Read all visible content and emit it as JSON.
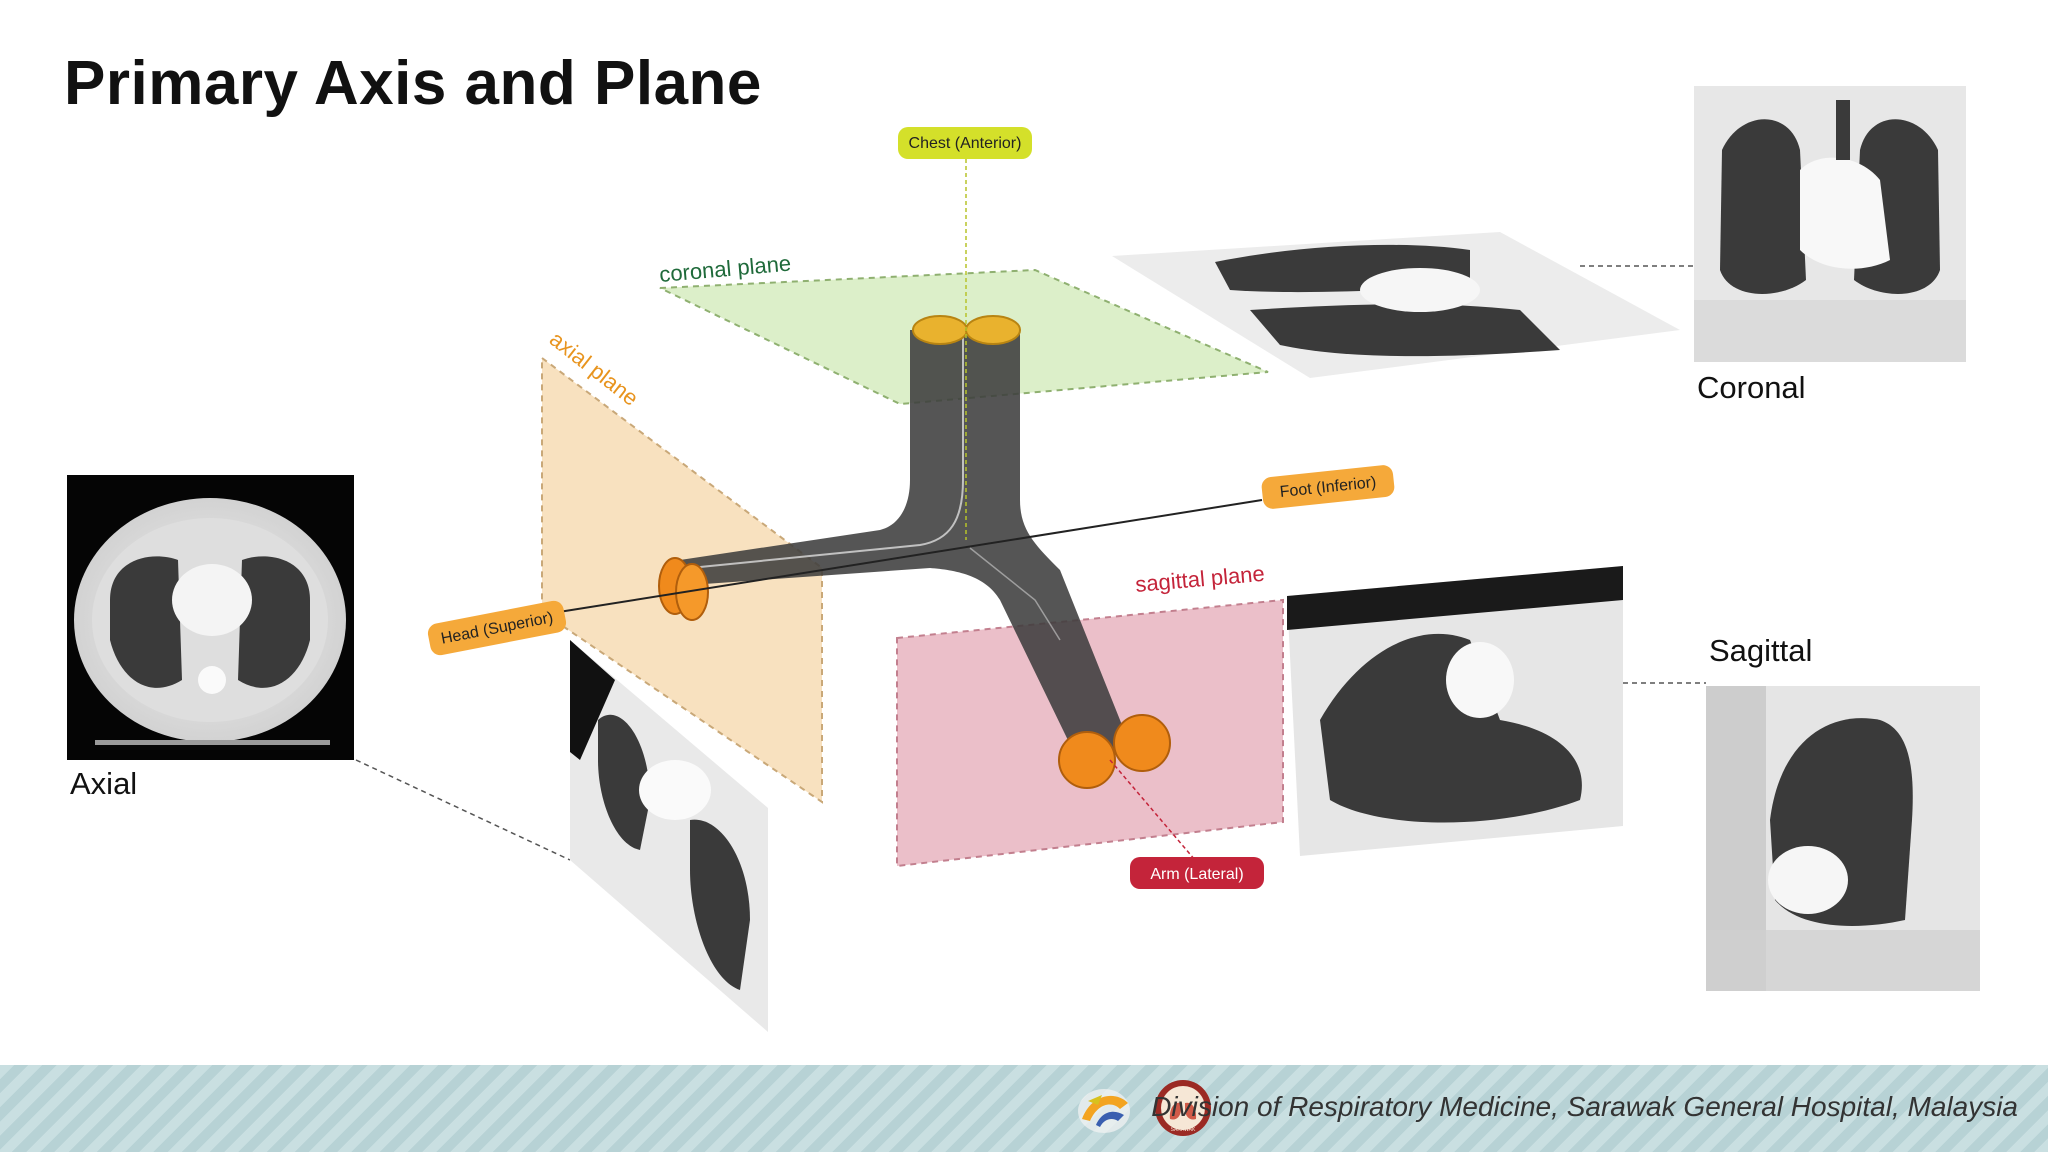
{
  "title": "Primary Axis and Plane",
  "planes": {
    "coronal": "coronal plane",
    "axial": "axial plane",
    "sagittal": "sagittal plane"
  },
  "axes": {
    "anterior": "Chest (Anterior)",
    "inferior": "Foot (Inferior)",
    "superior": "Head (Superior)",
    "lateral": "Arm (Lateral)"
  },
  "captions": {
    "axial": "Axial",
    "coronal": "Coronal",
    "sagittal": "Sagittal"
  },
  "footer": {
    "text": "Division of Respiratory Medicine, Sarawak General Hospital, Malaysia",
    "logo_text": "SARAWAK"
  },
  "colors": {
    "coronal": "#d6ecc0",
    "axial": "#f7dcb4",
    "sagittal": "#e7b4bf",
    "anterior_label": "#d4e02a",
    "orange_label": "#f5a93a",
    "lateral_label": "#c4243a",
    "trachea": "#3e3e3e",
    "tube_end": "#f08a1c"
  }
}
